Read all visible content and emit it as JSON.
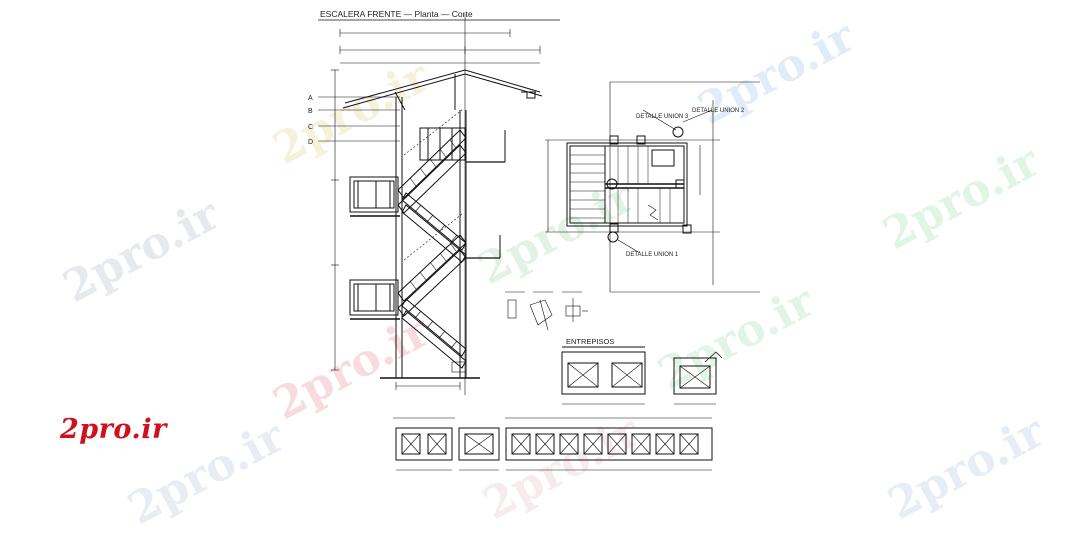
{
  "title": "ESCALERA FRENTE  —  Planta  —  Corte",
  "level_markers": [
    "A",
    "B",
    "C",
    "D"
  ],
  "labels": {
    "detalle_union_3": "DETALLE UNION 3",
    "detalle_union_2": "DETALLE UNION 2",
    "detalle_union_1": "DETALLE UNION 1",
    "entrepisos": "ENTREPISOS"
  },
  "watermark": "2pro.ir",
  "logo": "2pro.ir",
  "colors": {
    "line": "#111111",
    "logo": "#d0101c"
  }
}
